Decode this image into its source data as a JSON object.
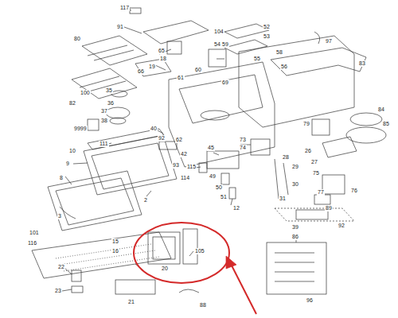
{
  "diagram": {
    "labels": [
      "117",
      "91",
      "104",
      "52",
      "53",
      "54",
      "97",
      "80",
      "65",
      "18",
      "19",
      "59",
      "55",
      "58",
      "56",
      "83",
      "82",
      "66",
      "60",
      "61",
      "69",
      "100",
      "35",
      "36",
      "9999",
      "37",
      "38",
      "40",
      "92",
      "111",
      "62",
      "42",
      "93",
      "79",
      "84",
      "85",
      "10",
      "9",
      "8",
      "2",
      "3",
      "101",
      "73",
      "74",
      "45",
      "26",
      "27",
      "28",
      "29",
      "30",
      "115",
      "114",
      "75",
      "77",
      "76",
      "89",
      "49",
      "50",
      "51",
      "12",
      "31",
      "39",
      "92",
      "105",
      "86",
      "116",
      "15",
      "16",
      "20",
      "22",
      "21",
      "23",
      "88",
      "96"
    ]
  }
}
